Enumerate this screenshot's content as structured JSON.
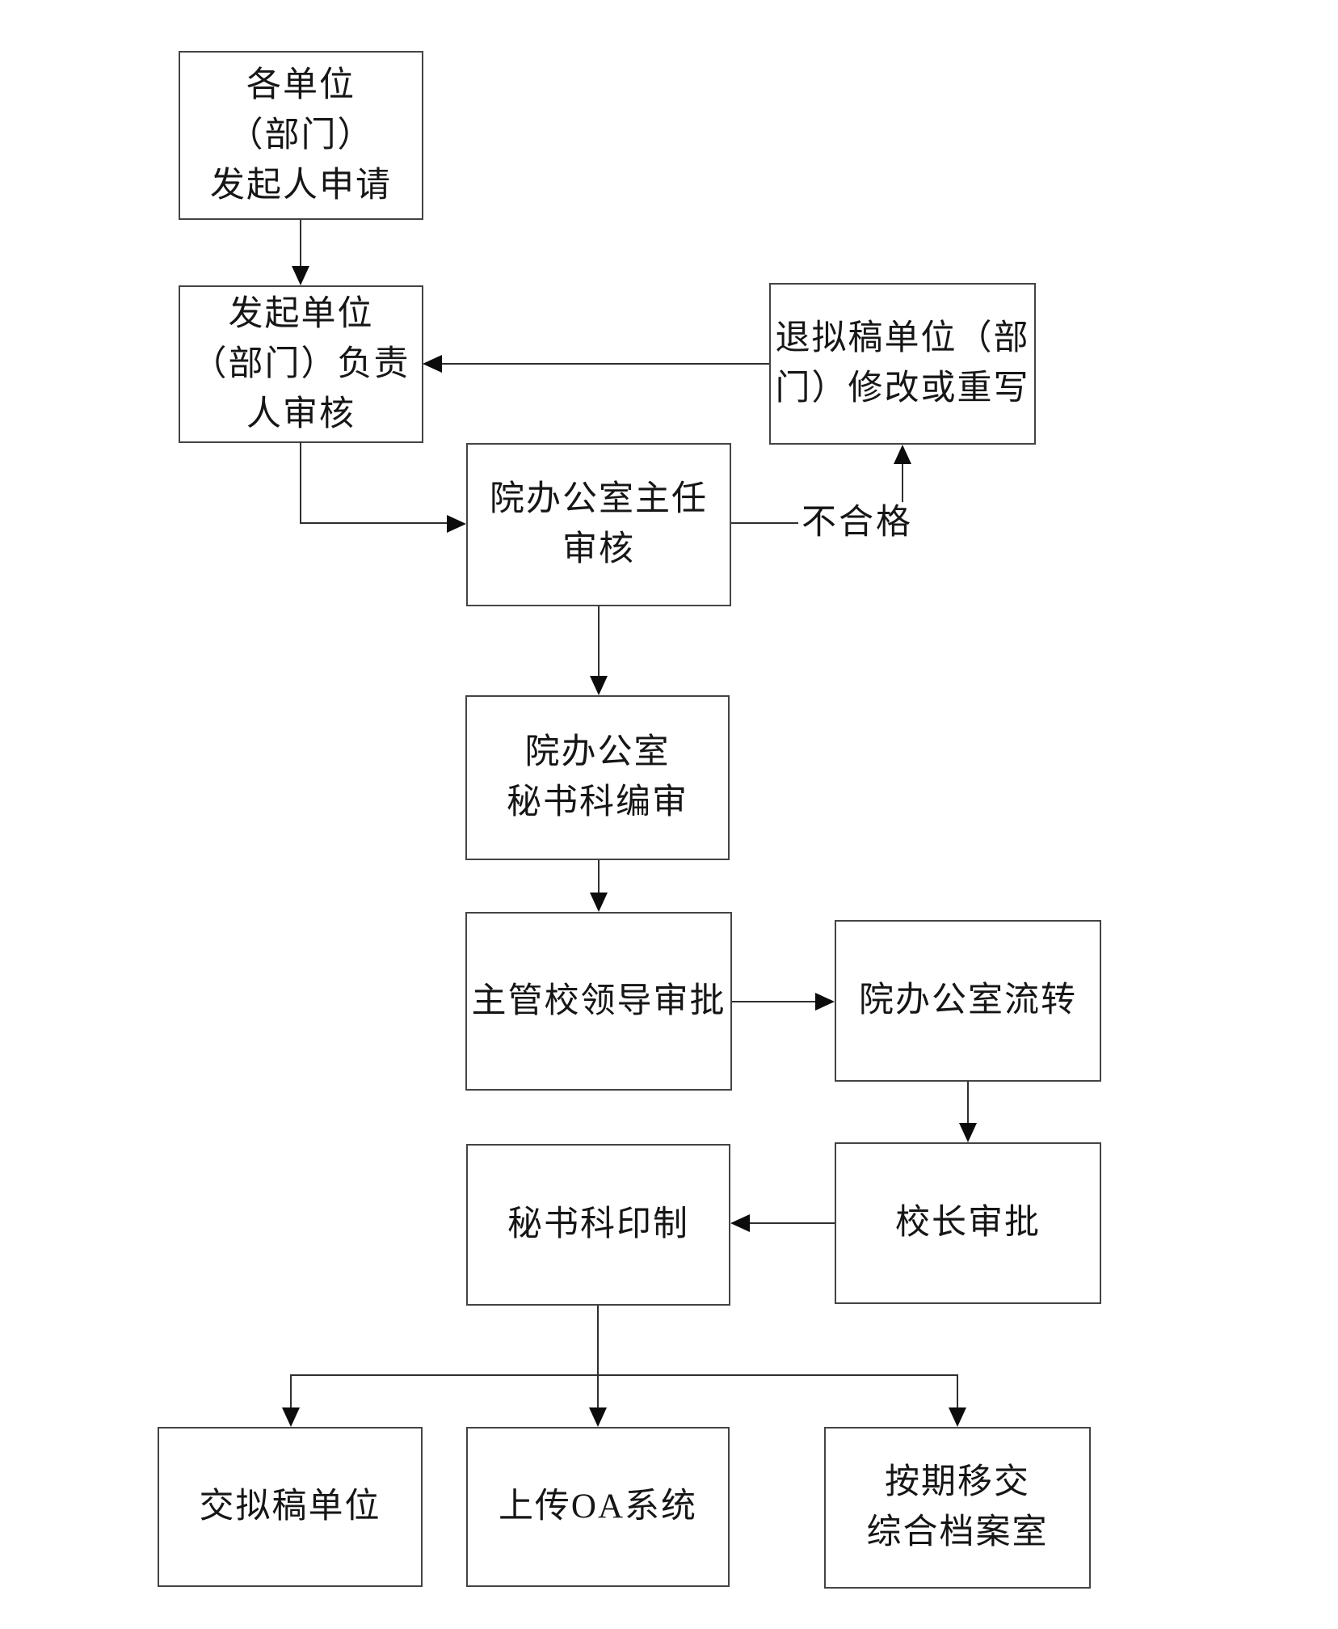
{
  "diagram": {
    "type": "flowchart",
    "colors": {
      "background": "#ffffff",
      "box_border": "#444444",
      "line": "#2f2f2f",
      "arrowhead": "#0c0c0c",
      "text": "#161616"
    },
    "nodes": {
      "initiator_apply": {
        "lines": [
          "各单位",
          "（部门）",
          "发起人申请"
        ]
      },
      "unit_leader_review": {
        "lines": [
          "发起单位",
          "（部门）负责",
          "人审核"
        ]
      },
      "return_draft_revise": {
        "lines": [
          "退拟稿单位（部",
          "门）修改或重写"
        ]
      },
      "office_director_review": {
        "lines": [
          "院办公室主任",
          "审核"
        ]
      },
      "office_secretary_edit": {
        "lines": [
          "院办公室",
          "秘书科编审"
        ]
      },
      "supervising_leader_approve": {
        "lines": [
          "主管校领导审批"
        ]
      },
      "office_circulation": {
        "lines": [
          "院办公室流转"
        ]
      },
      "president_approve": {
        "lines": [
          "校长审批"
        ]
      },
      "secretary_print": {
        "lines": [
          "秘书科印制"
        ]
      },
      "deliver_draft_unit": {
        "lines": [
          "交拟稿单位"
        ]
      },
      "upload_oa_system": {
        "lines": [
          "上传OA系统"
        ]
      },
      "archive_transfer": {
        "lines": [
          "按期移交",
          "综合档案室"
        ]
      }
    },
    "labels": {
      "unqualified": "不合格"
    }
  }
}
